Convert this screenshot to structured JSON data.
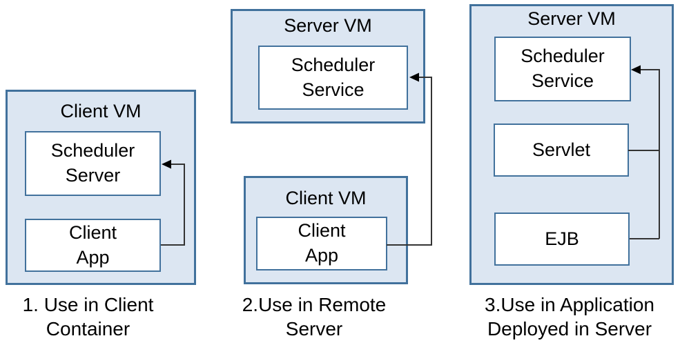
{
  "colors": {
    "vm_fill": "#dce6f2",
    "vm_border": "#41719c",
    "inner_fill": "#ffffff",
    "inner_border": "#41719c",
    "connector_line": "#333333",
    "arrowhead": "#000000",
    "text": "#000000",
    "background": "#ffffff"
  },
  "panels": [
    {
      "caption": "1. Use in Client\nContainer",
      "vms": [
        {
          "title": "Client VM",
          "boxes": [
            {
              "label": "Scheduler\nServer"
            },
            {
              "label": "Client\nApp"
            }
          ]
        }
      ]
    },
    {
      "caption": "2.Use in Remote\nServer",
      "vms": [
        {
          "title": "Server VM",
          "boxes": [
            {
              "label": "Scheduler\nService"
            }
          ]
        },
        {
          "title": "Client VM",
          "boxes": [
            {
              "label": "Client\nApp"
            }
          ]
        }
      ]
    },
    {
      "caption": "3.Use in Application\nDeployed in Server",
      "vms": [
        {
          "title": "Server VM",
          "boxes": [
            {
              "label": "Scheduler\nService"
            },
            {
              "label": "Servlet"
            },
            {
              "label": "EJB"
            }
          ]
        }
      ]
    }
  ],
  "connections": [
    {
      "panel": "1",
      "from": "Client App",
      "to": "Scheduler Server"
    },
    {
      "panel": "2",
      "from": "Client App",
      "to": "Scheduler Service"
    },
    {
      "panel": "3",
      "from": "Servlet",
      "to": "Scheduler Service"
    },
    {
      "panel": "3",
      "from": "EJB",
      "to": "Scheduler Service"
    }
  ]
}
